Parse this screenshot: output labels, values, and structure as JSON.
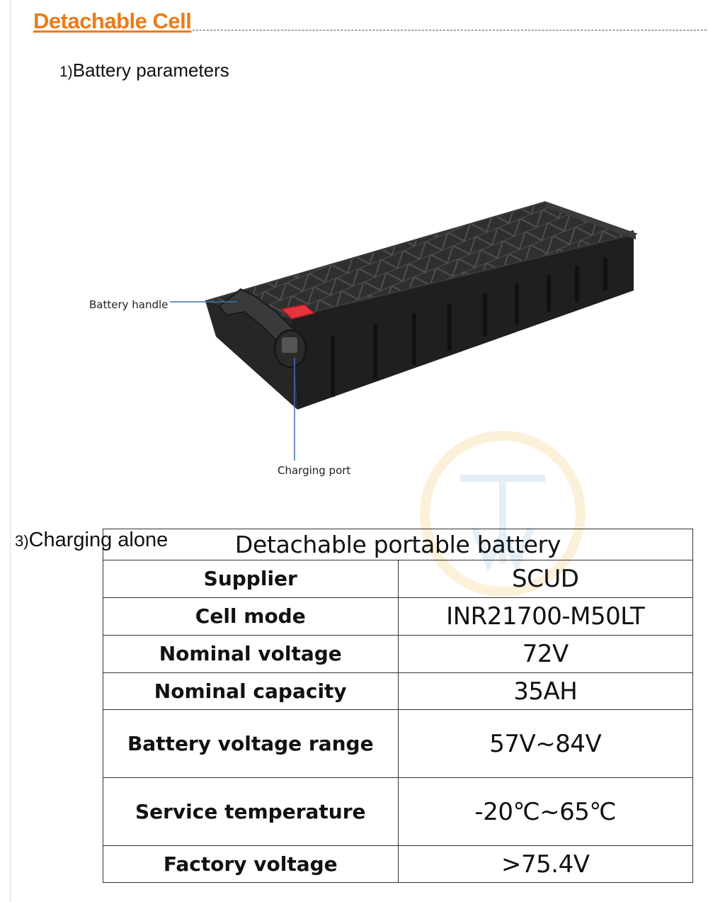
{
  "header": {
    "title": "Detachable Cell"
  },
  "sections": [
    {
      "number": "1)",
      "label": "Battery parameters"
    },
    {
      "number": "3)",
      "label": "Charging alone"
    }
  ],
  "figure": {
    "callouts": {
      "handle": "Battery handle",
      "port": "Charging port"
    },
    "colors": {
      "body": "#2b2b2b",
      "accent": "#e8323c",
      "leader": "#3a73b8"
    }
  },
  "table": {
    "title": "Detachable portable battery",
    "rows": [
      {
        "label": "Supplier",
        "value": "SCUD"
      },
      {
        "label": "Cell mode",
        "value": "INR21700-M50LT"
      },
      {
        "label": "Nominal voltage",
        "value": "72V"
      },
      {
        "label": "Nominal capacity",
        "value": "35AH"
      },
      {
        "label": "Battery voltage range",
        "value": "57V~84V"
      },
      {
        "label": "Service temperature",
        "value": "-20℃~65℃"
      },
      {
        "label": "Factory voltage",
        "value": ">75.4V"
      }
    ]
  }
}
